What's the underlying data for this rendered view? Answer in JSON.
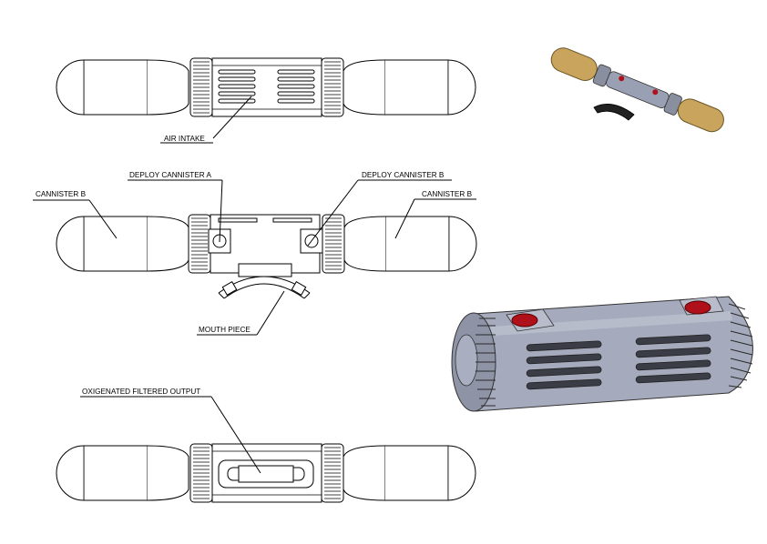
{
  "labels": {
    "air_intake": "AIR INTAKE",
    "deploy_a": "DEPLOY CANNISTER A",
    "deploy_b": "DEPLOY CANNISTER B",
    "cannister_left": "CANNISTER B",
    "cannister_right": "CANNISTER B",
    "mouth_piece": "MOUTH PIECE",
    "output": "OXIGENATED FILTERED OUTPUT"
  },
  "colors": {
    "line": "#000000",
    "tank_gold": "#c8a45c",
    "body_grey": "#9aa0b4",
    "button_red": "#b0101a"
  }
}
